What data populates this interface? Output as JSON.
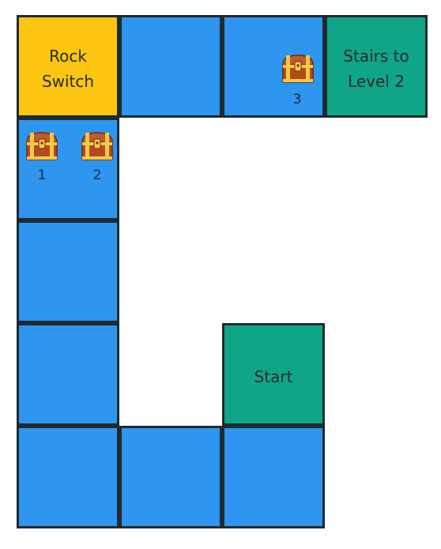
{
  "colors": {
    "path": "#2e96ee",
    "switch": "#fbc511",
    "goal": "#0fa687",
    "border": "#1f2a30"
  },
  "tiles": {
    "rock_switch": {
      "line1": "Rock",
      "line2": "Switch"
    },
    "stairs": {
      "line1": "Stairs to",
      "line2": "Level 2"
    },
    "start": {
      "label": "Start"
    }
  },
  "chests": [
    {
      "icon": "treasure-chest-icon",
      "label": "1"
    },
    {
      "icon": "treasure-chest-icon",
      "label": "2"
    },
    {
      "icon": "treasure-chest-icon",
      "label": "3"
    }
  ]
}
